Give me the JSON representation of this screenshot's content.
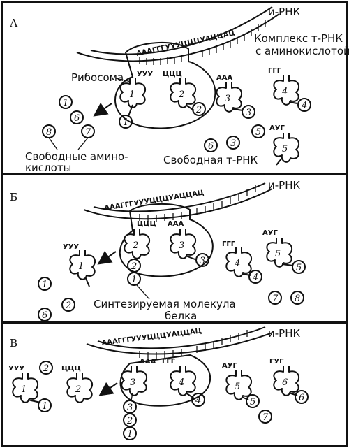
{
  "panels": [
    {
      "letter": "А",
      "mrna_label": "и-РНК",
      "mrna_seq": "АААГГГУУУЦЦЦУАЦЦАЦ",
      "labels": {
        "ribosome": "Рибосома",
        "complex": [
          "Комплекс т-РНК",
          "с аминокислотой"
        ],
        "free_amino": [
          "Свободные амино-",
          "кислоты"
        ],
        "free_trna": "Свободная т-РНК"
      },
      "trna": [
        {
          "num": "1",
          "anticodon": "УУУ"
        },
        {
          "num": "2",
          "anticodon": "ЦЦЦ"
        },
        {
          "num": "3",
          "anticodon": "ААА"
        },
        {
          "num": "4",
          "anticodon": "ГГГ"
        },
        {
          "num": "5",
          "anticodon": "АУГ"
        }
      ],
      "amino": [
        "1",
        "2",
        "3",
        "4",
        "1",
        "6",
        "7",
        "8",
        "6",
        "3",
        "5"
      ]
    },
    {
      "letter": "Б",
      "mrna_label": "и-РНК",
      "mrna_seq": "АААГГГУУУЦЦЦУАЦЦАЦ",
      "labels": {
        "protein": [
          "Синтезируемая молекула",
          "белка"
        ]
      },
      "trna": [
        {
          "num": "1",
          "anticodon": "УУУ"
        },
        {
          "num": "2",
          "anticodon": "ЦЦЦ"
        },
        {
          "num": "3",
          "anticodon": "ААА"
        },
        {
          "num": "4",
          "anticodon": "ГГГ"
        },
        {
          "num": "5",
          "anticodon": "АУГ"
        }
      ],
      "amino": [
        "2",
        "1",
        "3",
        "4",
        "5",
        "1",
        "2",
        "6",
        "7",
        "8"
      ]
    },
    {
      "letter": "В",
      "mrna_label": "и-РНК",
      "mrna_seq": "АААГГГУУУЦЦЦУАЦЦАЦ",
      "trna": [
        {
          "num": "1",
          "anticodon": "УУУ"
        },
        {
          "num": "2",
          "anticodon": "ЦЦЦ"
        },
        {
          "num": "3",
          "anticodon": "ААА"
        },
        {
          "num": "4",
          "anticodon": "ГГГ"
        },
        {
          "num": "5",
          "anticodon": "АУГ"
        },
        {
          "num": "6",
          "anticodon": "ГУГ"
        }
      ],
      "amino": [
        "2",
        "1",
        "3",
        "2",
        "1",
        "4",
        "5",
        "7",
        "6"
      ]
    }
  ]
}
